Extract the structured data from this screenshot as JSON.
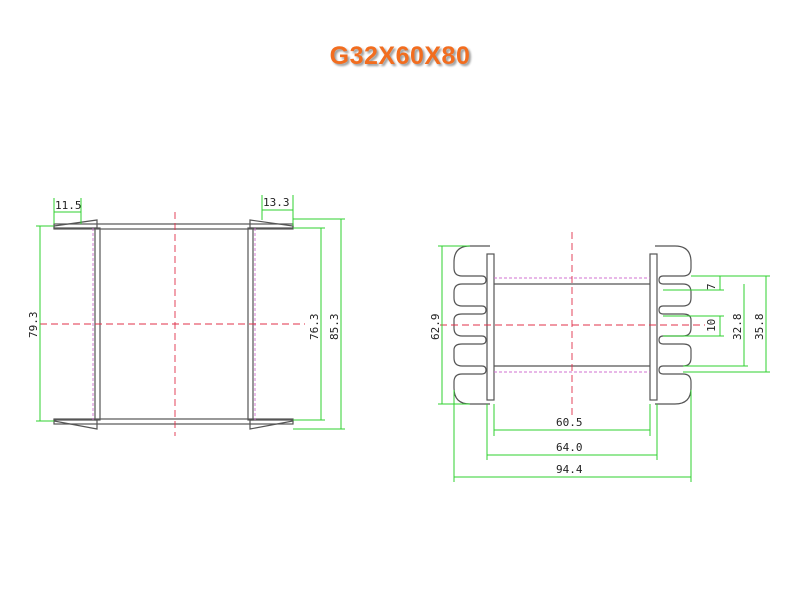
{
  "title": "G32X60X80",
  "colors": {
    "title": "#f26d1f",
    "outline": "#555555",
    "dimension": "#2fd02f",
    "centerline": "#e0304a",
    "hidden": "#d070d0"
  },
  "left_view": {
    "dim_top_left": "11.5",
    "dim_top_right": "13.3",
    "dim_left_height": "79.3",
    "dim_inner_height": "76.3",
    "dim_outer_height": "85.3"
  },
  "right_view": {
    "dim_left_height": "62.9",
    "dim_slot": "7",
    "dim_gap": "10",
    "dim_mid": "32.8",
    "dim_outer": "35.8",
    "dim_inner_width": "60.5",
    "dim_mid_width": "64.0",
    "dim_total_width": "94.4"
  }
}
